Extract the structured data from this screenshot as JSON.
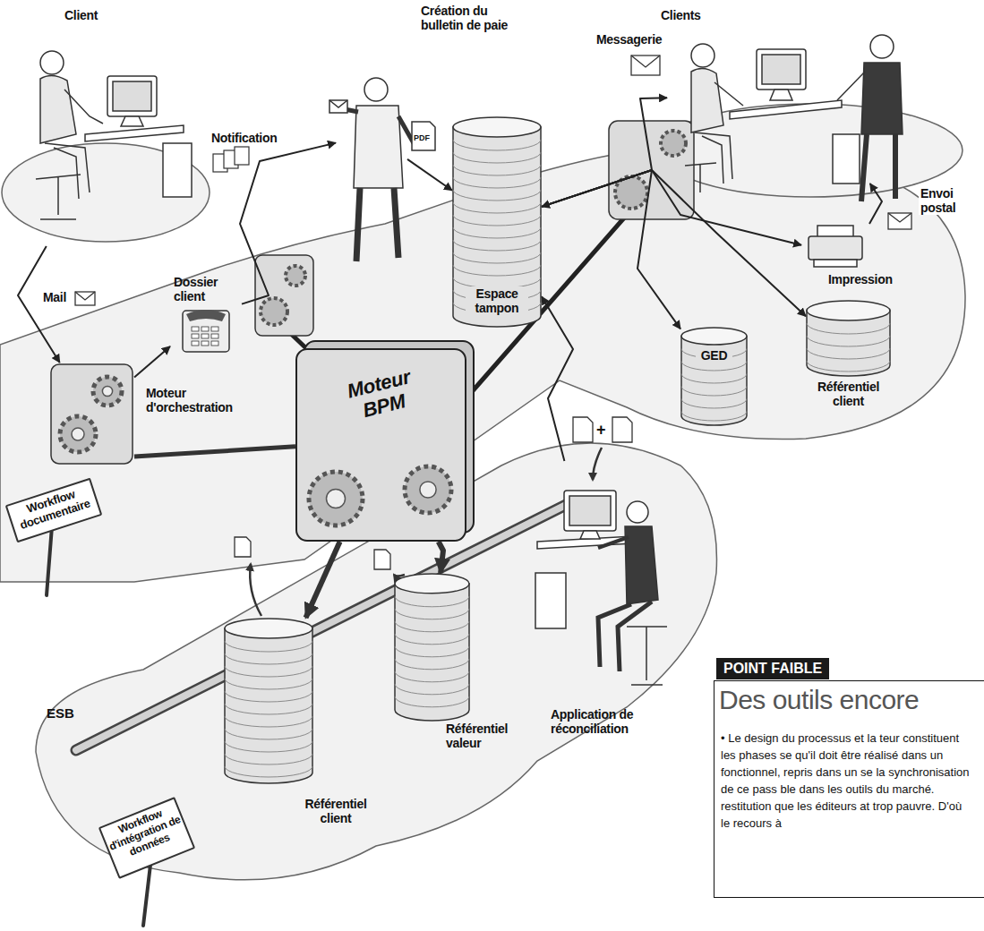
{
  "diagram": {
    "nodes": [
      {
        "text": [
          "Client"
        ]
      },
      {
        "text": [
          "Clients"
        ]
      },
      {
        "text": [
          "Création du bulletin de paie"
        ]
      },
      {
        "text": [
          "Dossier client"
        ]
      },
      {
        "text": [
          "Moteur d'orchestration"
        ]
      },
      {
        "text": [
          "Espace tampon"
        ]
      },
      {
        "text": [
          "Moteur BPM"
        ]
      },
      {
        "text": [
          "GED"
        ]
      },
      {
        "text": [
          "Impression"
        ]
      },
      {
        "text": [
          "Référentiel client"
        ]
      },
      {
        "text": [
          "Workflow documentaire"
        ]
      },
      {
        "text": [
          "Application de réconciliation"
        ]
      },
      {
        "text": [
          "Référentiel valeur"
        ]
      },
      {
        "text": [
          "Référentiel client"
        ]
      },
      {
        "text": [
          "Workflow d'intégration de données"
        ]
      },
      {
        "text": [
          "POINT FAIBLE",
          "Des outils encore",
          "• Le design du processus et la teur constituent les phases se qu'il doit être réalisé dans un fonctionnel, repris dans un se la synchronisation de ce pass ble dans les outils du marché. restitution que les éditeurs at trop pauvre. D'où le recours à"
        ]
      }
    ],
    "edges": [
      {
        "from": 0,
        "to": 4,
        "label": "Mail",
        "arrow": "to"
      },
      {
        "from": 4,
        "to": 3,
        "arrow": "to"
      },
      {
        "from": 3,
        "to": 2,
        "label": "Notification",
        "arrow": "to"
      },
      {
        "from": 2,
        "to": 5,
        "arrow": "to"
      },
      {
        "from": 5,
        "to": 1,
        "label": "Messagerie",
        "arrow": "to"
      },
      {
        "from": 5,
        "to": 8,
        "arrow": "to"
      },
      {
        "from": 5,
        "to": 7,
        "arrow": "to"
      },
      {
        "from": 5,
        "to": 9,
        "arrow": "both"
      },
      {
        "from": 8,
        "to": 1,
        "label": "Envoi postal",
        "arrow": "to"
      },
      {
        "from": 11,
        "to": 5,
        "arrow": "to"
      },
      {
        "from": 6,
        "to": 4,
        "arrow": "none"
      },
      {
        "from": 6,
        "to": 13,
        "arrow": "to"
      },
      {
        "from": 6,
        "to": 12,
        "arrow": "to"
      }
    ],
    "labels": [
      "PDF",
      "+",
      "ESB"
    ]
  }
}
